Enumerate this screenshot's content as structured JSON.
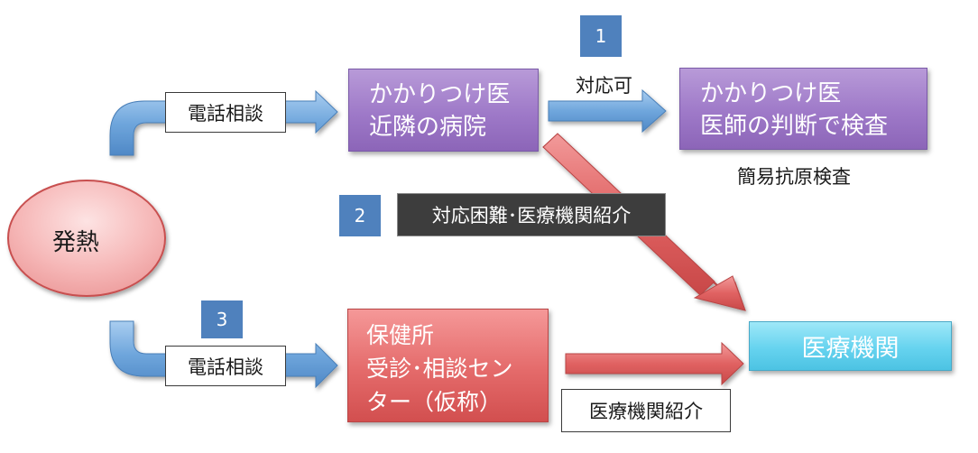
{
  "fever": "発熱",
  "badges": {
    "one": "1",
    "two": "2",
    "three": "3"
  },
  "phone_consult_top": "電話相談",
  "phone_consult_bottom": "電話相談",
  "family_doctor_box": {
    "line1": "かかりつけ医",
    "line2": "近隣の病院"
  },
  "available_label": "対応可",
  "doctor_test_box": {
    "line1": "かかりつけ医",
    "line2": "医師の判断で検査"
  },
  "quick_test_label": "簡易抗原検査",
  "difficult_label": "対応困難･医療機関紹介",
  "health_center_box": {
    "line1": "保健所",
    "line2": "受診･相談セン",
    "line3": "ター（仮称）"
  },
  "medical_institution": "医療機関",
  "referral_label": "医療機関紹介",
  "colors": {
    "blue_arrow": "#7aaee0",
    "red_arrow": "#e06060",
    "purple_box": "#9e79c8",
    "red_box": "#e46a6a",
    "cyan_box": "#66d3ef",
    "badge": "#4f81bd"
  }
}
